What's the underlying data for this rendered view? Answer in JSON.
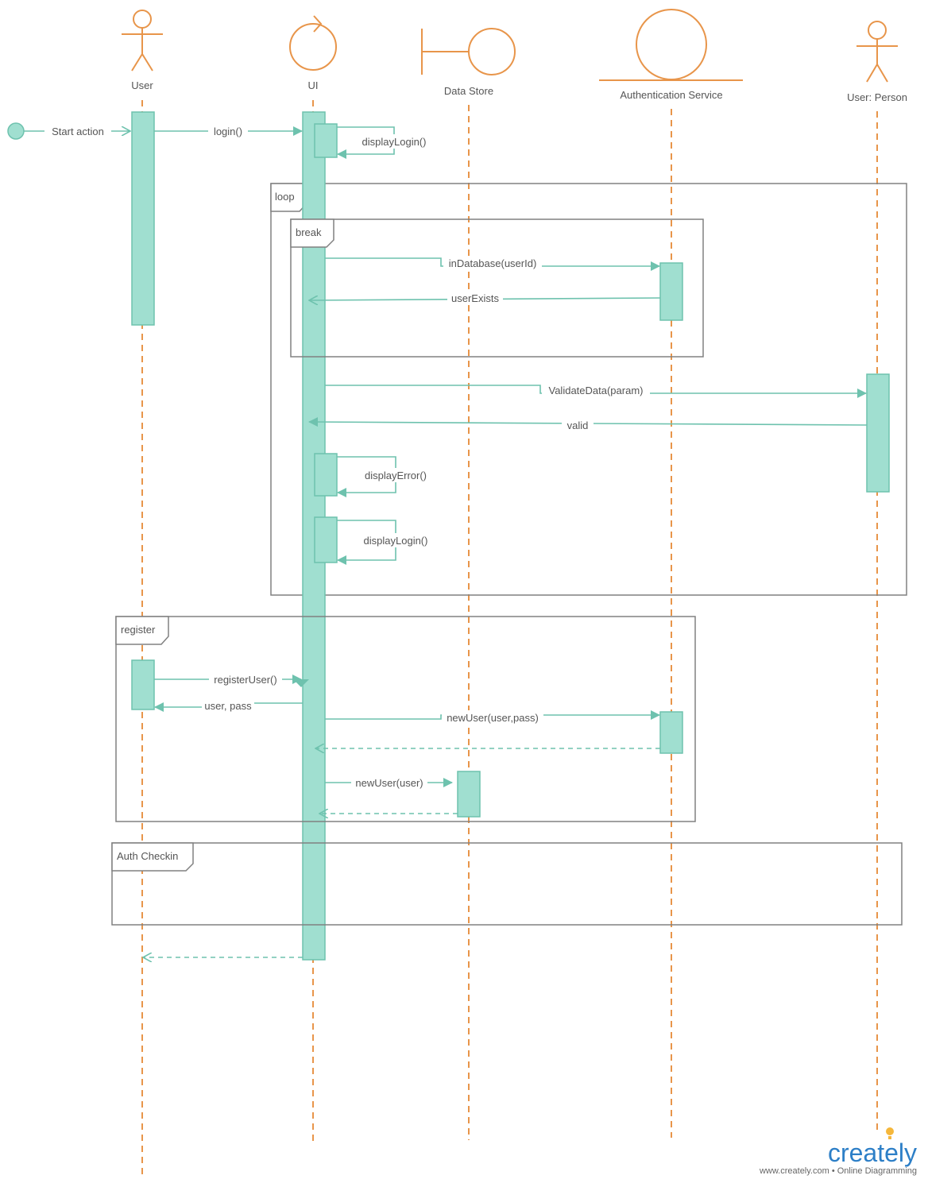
{
  "participants": {
    "user": "User",
    "ui": "UI",
    "data_store": "Data Store",
    "auth_service": "Authentication Service",
    "user_person": "User: Person"
  },
  "messages": {
    "start_action": "Start action",
    "login": "login()",
    "display_login_1": "displayLogin()",
    "in_database": "inDatabase(userId)",
    "user_exists": "userExists",
    "validate_data": "ValidateData(param)",
    "valid": "valid",
    "display_error": "displayError()",
    "display_login_2": "displayLogin()",
    "register_user": "registerUser()",
    "user_pass": "user, pass",
    "new_user_auth": "newUser(user,pass)",
    "new_user_store": "newUser(user)"
  },
  "fragments": {
    "loop": "loop",
    "break": "break",
    "register": "register",
    "auth_checkin": "Auth Checkin"
  },
  "brand": {
    "name": "creately",
    "tagline": "www.creately.com • Online Diagramming"
  },
  "colors": {
    "actor": "#e8954a",
    "activation_fill": "#a0dfd0",
    "message": "#6ec2ae",
    "frame": "#808080",
    "brand": "#2d7fc7"
  }
}
